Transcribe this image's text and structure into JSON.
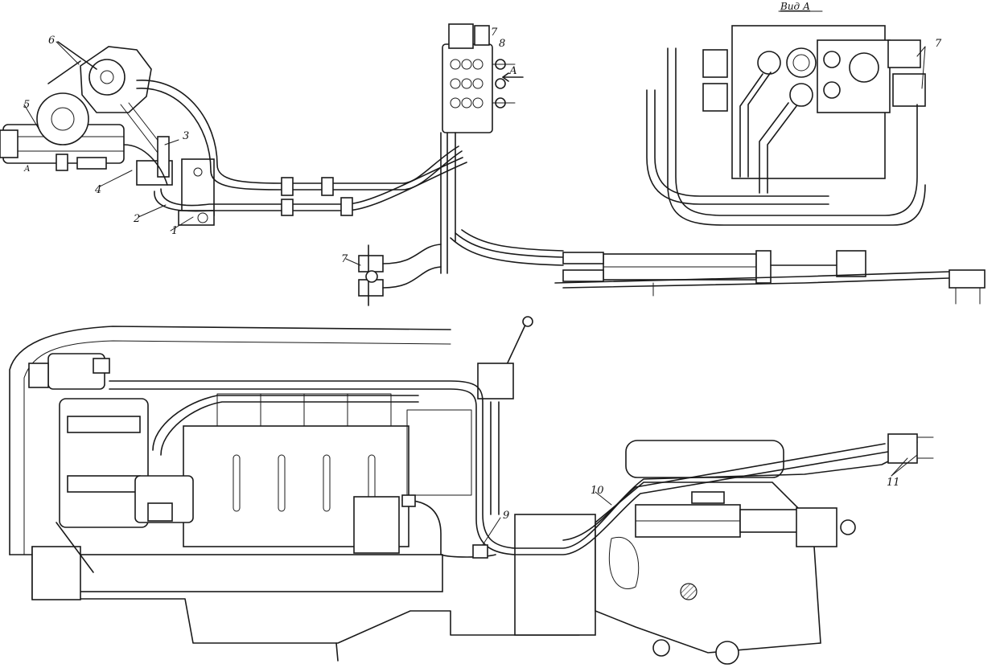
{
  "callouts": {
    "n1": "1",
    "n2": "2",
    "n3": "3",
    "n4": "4",
    "n5": "5",
    "n6": "6",
    "n7_top": "7",
    "n7_left": "7",
    "n7_view": "7",
    "n8": "8",
    "n9": "9",
    "n10": "10",
    "n11": "11",
    "arrow_a": "А",
    "pump_a": "А"
  },
  "view_title": "Вид А",
  "colors": {
    "line": "#1a1a1a",
    "paper": "#ffffff"
  }
}
